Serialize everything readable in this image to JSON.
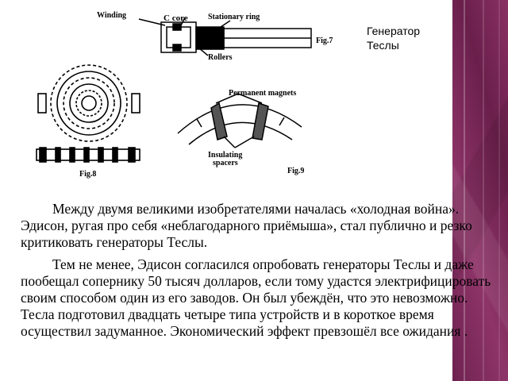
{
  "figures": {
    "fig7": {
      "caption": "Fig.7",
      "labels": {
        "winding": "Winding",
        "c_core": "C core",
        "stationary_ring": "Stationary ring",
        "rollers": "Rollers"
      }
    },
    "fig8": {
      "caption": "Fig.8"
    },
    "fig9": {
      "caption": "Fig.9",
      "labels": {
        "permanent_magnets": "Permanent magnets",
        "insulating": "Insulating",
        "spacers": "spacers"
      }
    }
  },
  "caption": {
    "line1": "Генератор",
    "line2": "Теслы"
  },
  "paragraphs": [
    "Между двумя великими изобретателями началась «холодная война». Эдисон, ругая про себя «неблагодарного приёмыша», стал публично и резко критиковать генераторы Теслы.",
    "Тем не менее, Эдисон согласился опробовать генераторы Теслы и даже пообещал сопернику 50 тысяч долларов, если тому удастся электрифицировать своим способом один из его заводов. Он был убеждён, что это невозможно. Тесла подготовил двадцать четыре типа устройств и в короткое время осуществил задуманное. Экономический эффект превзошёл все ожидания ."
  ],
  "colors": {
    "band": "#7d2a5a",
    "ink": "#000000"
  }
}
